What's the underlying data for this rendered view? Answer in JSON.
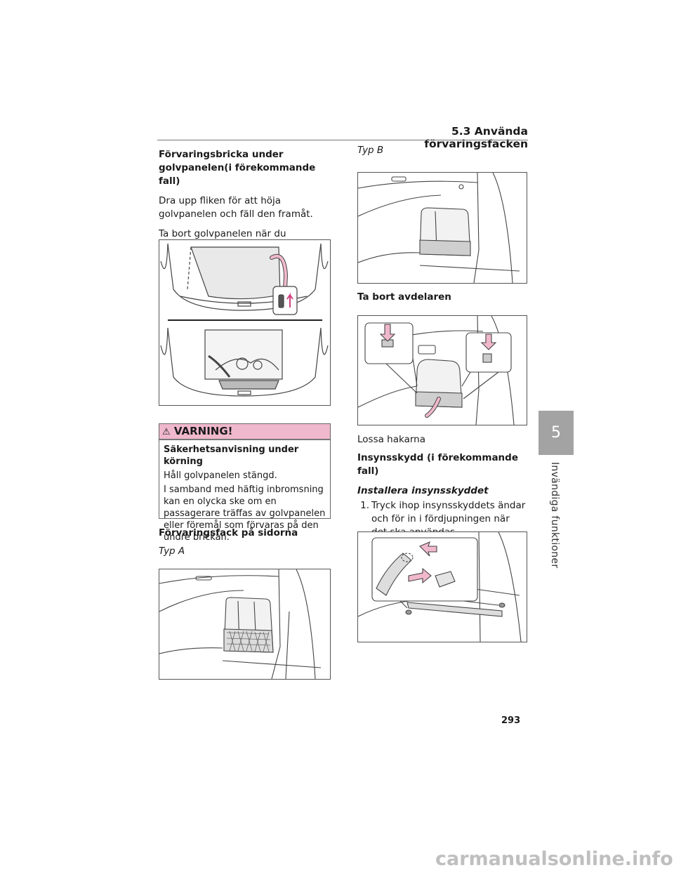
{
  "header": {
    "section": "5.3  Använda förvaringsfacken"
  },
  "chapter_tab": {
    "number": "5",
    "label": "Invändiga funktioner"
  },
  "left": {
    "heading1": "Förvaringsbricka under golvpanelen(i förekommande fall)",
    "para1": "Dra upp fliken för att höja golvpanelen och fäll den framåt.",
    "para2": "Ta bort golvpanelen när du använder dess baksida (plastytan).",
    "warning": {
      "title": "VARNING!",
      "subheading": "Säkerhetsanvisning under körning",
      "line1": "Håll golvpanelen stängd.",
      "line2": "I samband med häftig inbromsning kan en olycka ske om en passagerare träffas av golvpanelen eller föremål som förvaras på den undre brickan."
    },
    "heading2": "Förvaringsfack på sidorna",
    "type_a": "Typ A"
  },
  "right": {
    "type_b": "Typ B",
    "heading_divider": "Ta bort avdelaren",
    "caption_hooks": "Lossa hakarna",
    "heading_cover": "Insynsskydd (i förekommande fall)",
    "subheading_install": "Installera insynsskyddet",
    "step1_num": "1.",
    "step1_text": "Tryck ihop insynsskyddets ändar och för in i fördjupningen när det ska användas."
  },
  "page_number": "293",
  "watermark": "carmanualsonline.info",
  "colors": {
    "accent_pink": "#f0b8cc",
    "tab_grey": "#a3a3a3"
  }
}
